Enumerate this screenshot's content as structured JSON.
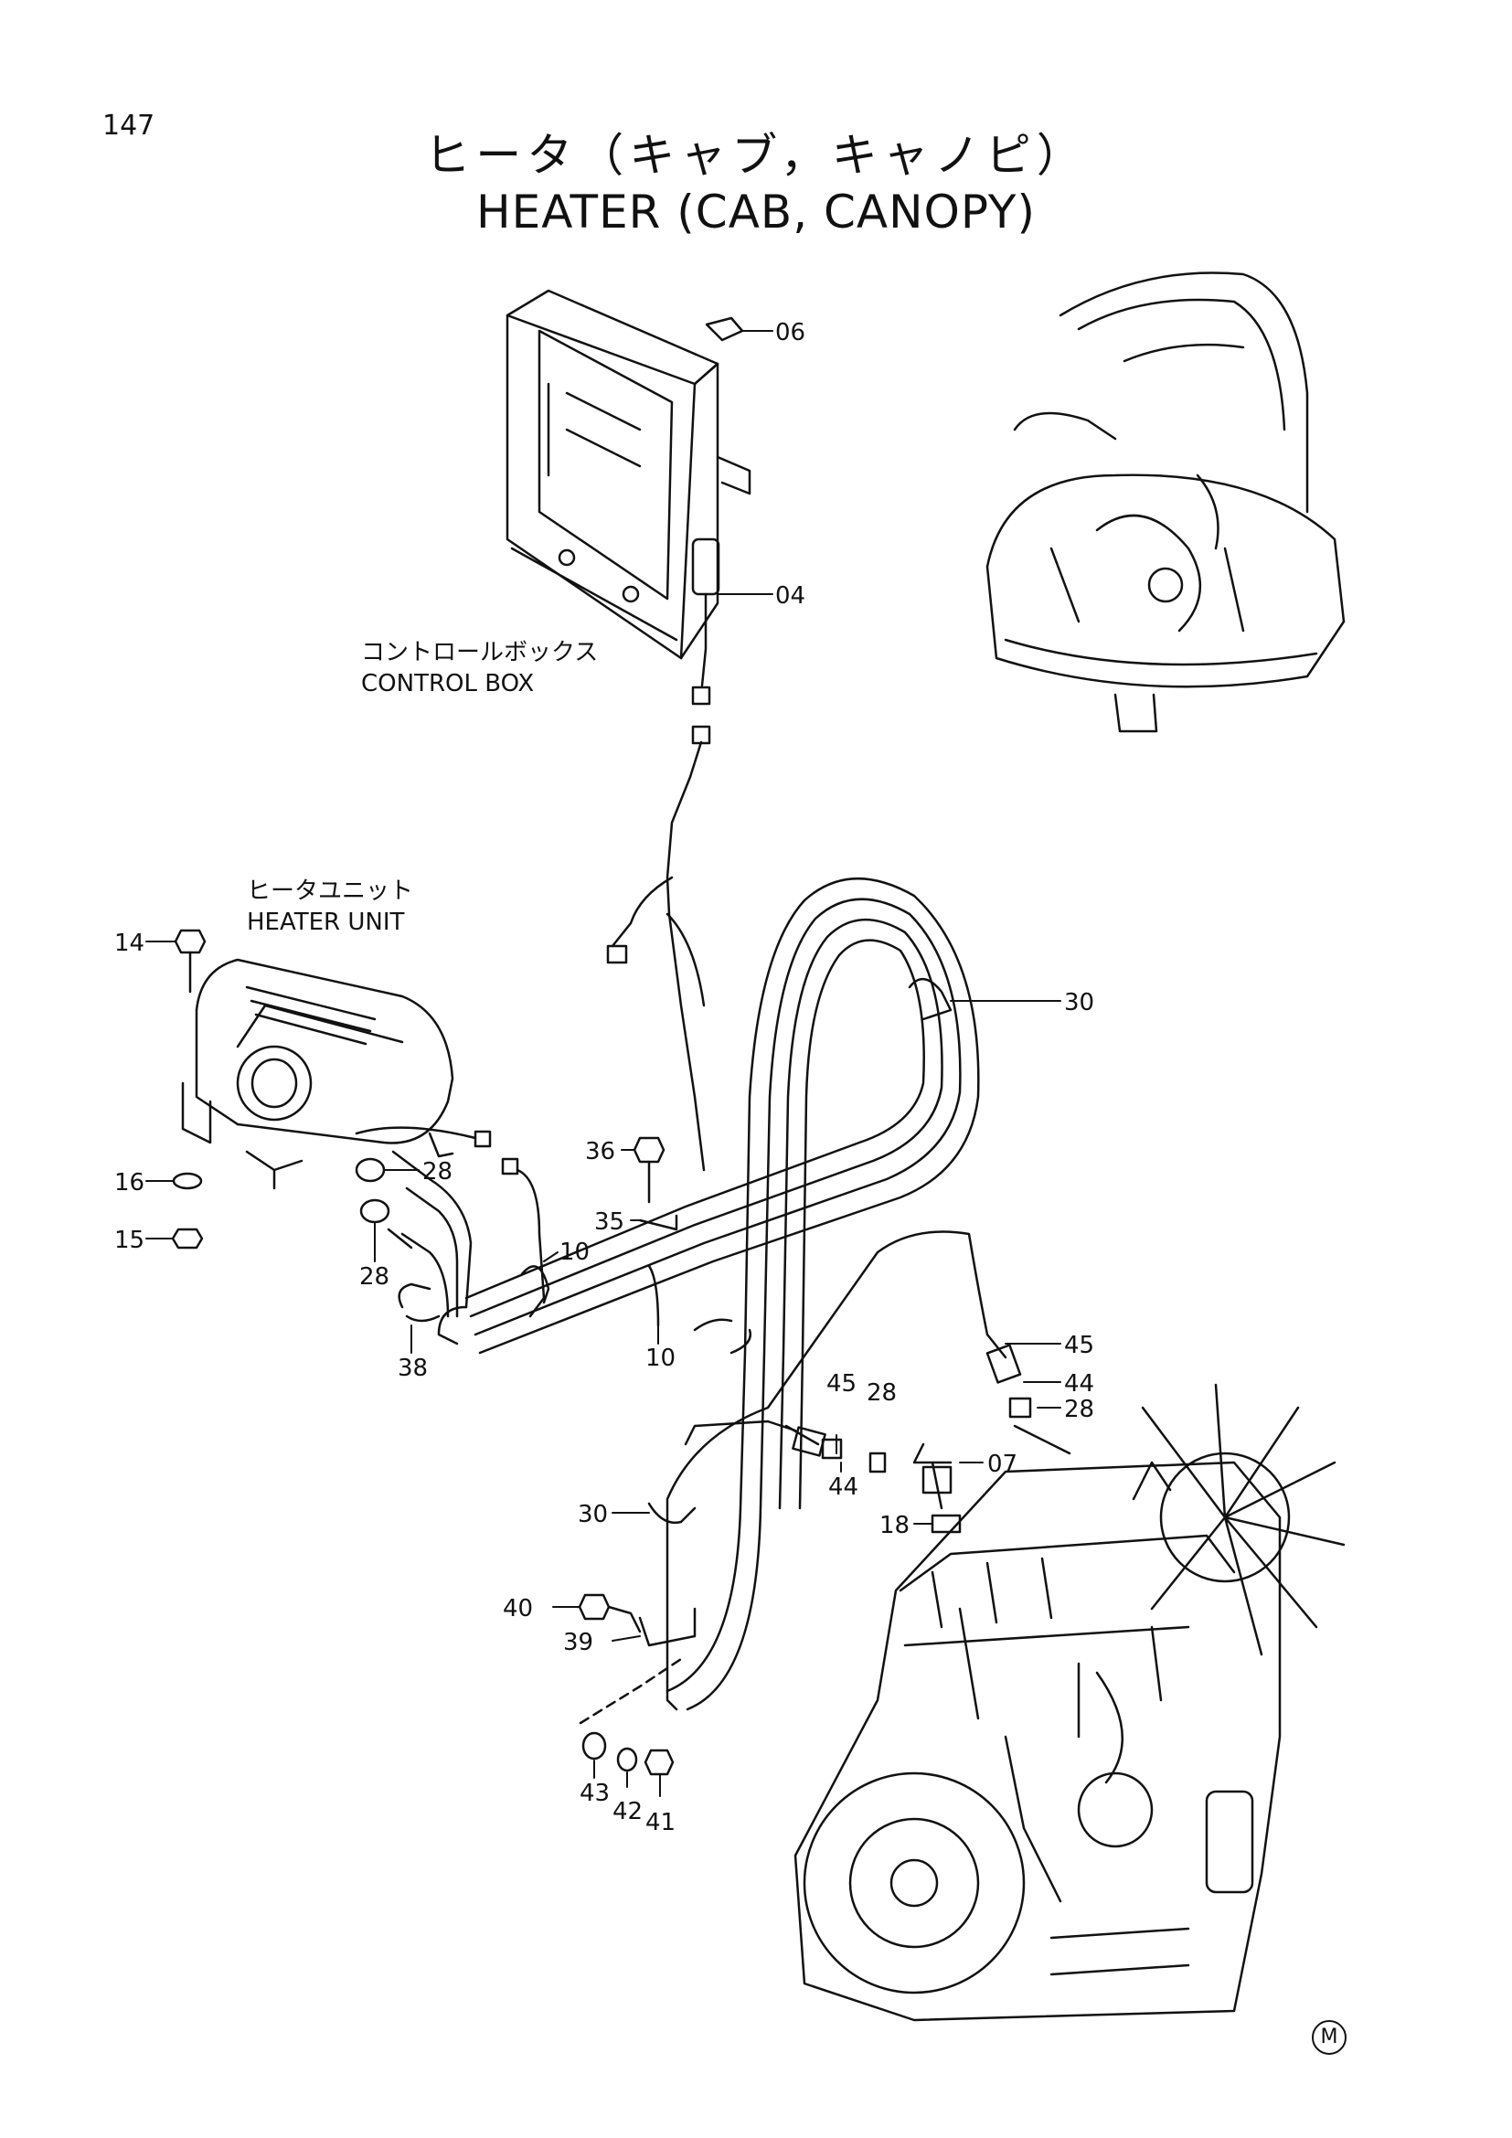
{
  "page": {
    "number": "147"
  },
  "title": {
    "japanese": "ヒータ（キャブ，キャノピ）",
    "english": "HEATER (CAB, CANOPY)"
  },
  "captions": {
    "control_box_jp": "コントロールボックス",
    "control_box_en": "CONTROL BOX",
    "heater_unit_jp": "ヒータユニット",
    "heater_unit_en": "HEATER UNIT"
  },
  "callouts": [
    "06",
    "04",
    "14",
    "30",
    "36",
    "28",
    "16",
    "15",
    "35",
    "10",
    "28",
    "10",
    "38",
    "45",
    "44",
    "45",
    "28",
    "28",
    "07",
    "44",
    "18",
    "30",
    "40",
    "39",
    "43",
    "42",
    "41"
  ],
  "mark": "M"
}
